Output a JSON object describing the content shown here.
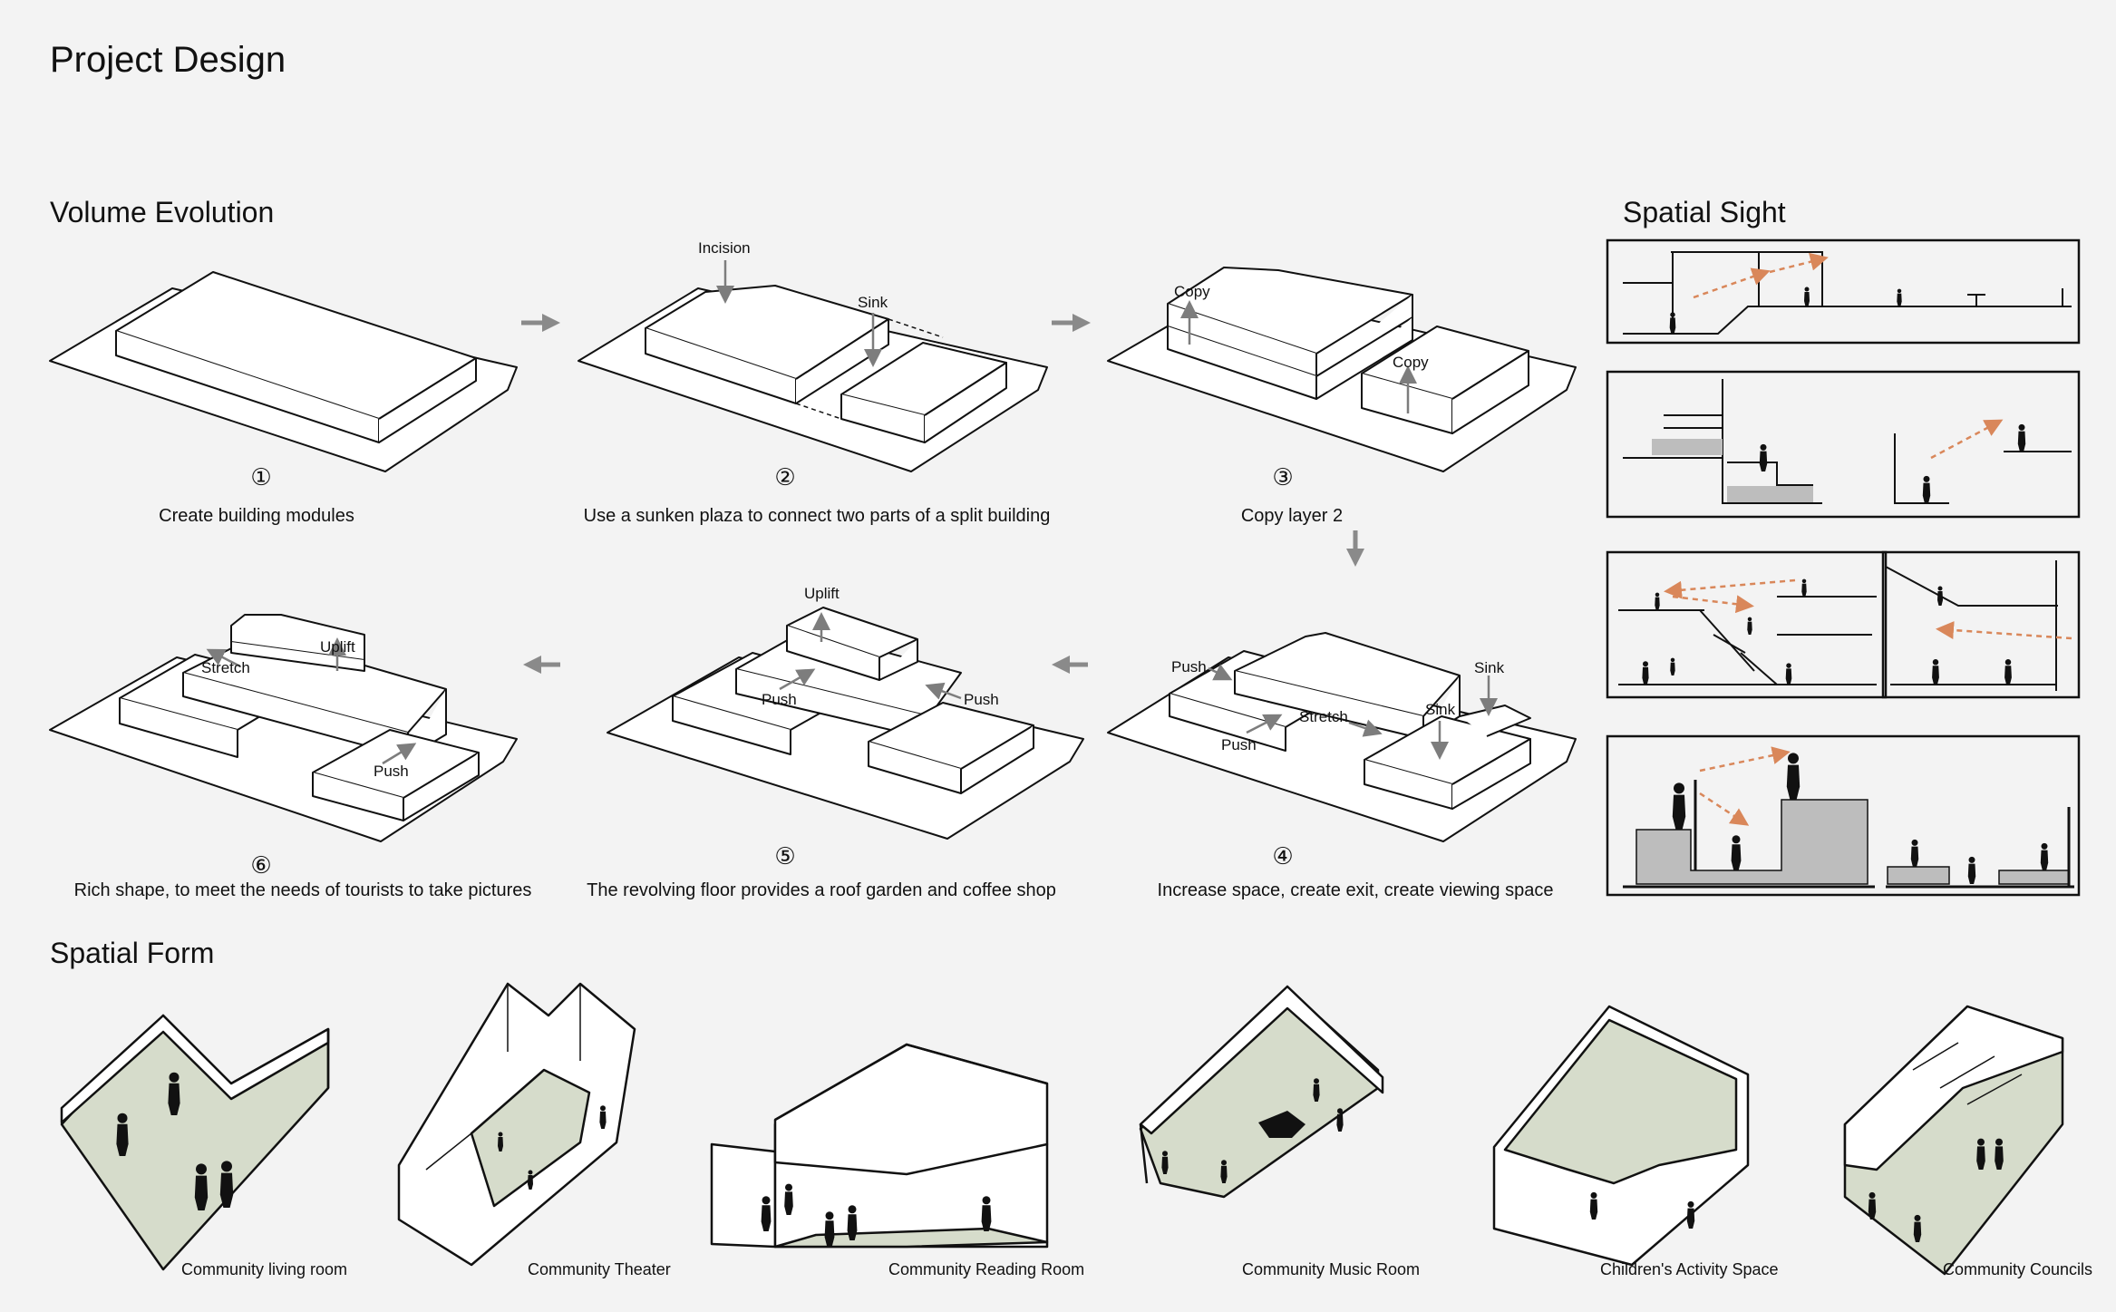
{
  "page": {
    "title": "Project Design",
    "sections": {
      "volume_evolution": "Volume Evolution",
      "spatial_sight": "Spatial Sight",
      "spatial_form": "Spatial Form"
    }
  },
  "steps": [
    {
      "number": "①",
      "caption": "Create building modules",
      "annotations": []
    },
    {
      "number": "②",
      "caption": "Use a sunken plaza to connect two parts of a split building",
      "annotations": [
        "Incision",
        "Sink"
      ]
    },
    {
      "number": "③",
      "caption": "Copy layer 2",
      "annotations": [
        "Copy",
        "Copy"
      ]
    },
    {
      "number": "④",
      "caption": "Increase space, create exit, create viewing space",
      "annotations": [
        "Push",
        "Push",
        "Stretch",
        "Sink",
        "Sink"
      ]
    },
    {
      "number": "⑤",
      "caption": "The revolving floor provides a roof garden and coffee shop",
      "annotations": [
        "Uplift",
        "Push",
        "Push"
      ]
    },
    {
      "number": "⑥",
      "caption": "Rich shape, to meet the needs of tourists to take pictures",
      "annotations": [
        "Uplift",
        "Stretch",
        "Push"
      ]
    }
  ],
  "rooms": [
    "Community living room",
    "Community Theater",
    "Community Reading Room",
    "Community Music Room",
    "Children's Activity Space",
    "Community Councils"
  ],
  "colors": {
    "background": "#f3f3f3",
    "line": "#111111",
    "arrow": "#8a8a8a",
    "sight_line": "#d9875a",
    "floor_tint": "#d6dccb",
    "block_fill": "#ffffff",
    "section_fill": "#bdbdbd"
  },
  "icons": [
    "arrow-right-icon",
    "arrow-down-icon",
    "arrow-left-icon",
    "person-silhouette-icon",
    "piano-icon"
  ]
}
